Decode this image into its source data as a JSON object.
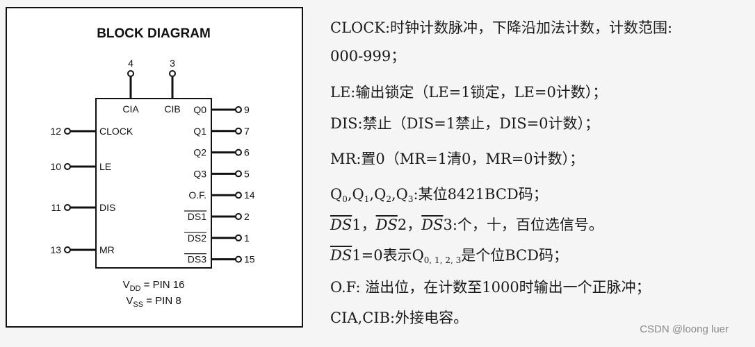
{
  "diagram": {
    "title": "BLOCK DIAGRAM",
    "top_pins": [
      {
        "num": "4",
        "label": "CIA"
      },
      {
        "num": "3",
        "label": "CIB"
      }
    ],
    "left_pins": [
      {
        "num": "12",
        "label": "CLOCK"
      },
      {
        "num": "10",
        "label": "LE"
      },
      {
        "num": "11",
        "label": "DIS"
      },
      {
        "num": "13",
        "label": "MR"
      }
    ],
    "right_pins": [
      {
        "label": "Q0",
        "num": "9",
        "overline": false
      },
      {
        "label": "Q1",
        "num": "7",
        "overline": false
      },
      {
        "label": "Q2",
        "num": "6",
        "overline": false
      },
      {
        "label": "Q3",
        "num": "5",
        "overline": false
      },
      {
        "label": "O.F.",
        "num": "14",
        "overline": false
      },
      {
        "label": "DS1",
        "num": "2",
        "overline": true
      },
      {
        "label": "DS2",
        "num": "1",
        "overline": true
      },
      {
        "label": "DS3",
        "num": "15",
        "overline": true
      }
    ],
    "power": {
      "vdd_v": "V",
      "vdd_sub": "DD",
      "vdd_rest": " = PIN 16",
      "vss_v": "V",
      "vss_sub": "SS",
      "vss_rest": " = PIN 8"
    }
  },
  "description": {
    "clock_1": "CLOCK:时钟计数脉冲，下降沿加法计数，计数范围:",
    "clock_2": "000-999；",
    "le": "LE:输出锁定（LE=1锁定，LE=0计数）；",
    "dis": "DIS:禁止（DIS=1禁止，DIS=0计数）；",
    "mr": "MR:置0（MR=1清0，MR=0计数）；",
    "q_q": "Q",
    "q_0": "0",
    "q_1": "1",
    "q_2": "2",
    "q_3": "3",
    "q_sep": ",",
    "q_rest": ":某位8421BCD码；",
    "ds_name": "DS",
    "ds_1": "1",
    "ds_2": "2",
    "ds_3": "3",
    "ds_comma": "，",
    "ds_rest": ":个，十，百位选信号。",
    "ds1_name": "DS",
    "ds1_num": "1",
    "ds1_mid": "=0表示Q",
    "ds1_sub": "0, 1, 2, 3",
    "ds1_rest": "是个位BCD码；",
    "of": "O.F: 溢出位，在计数至1000时输出一个正脉冲；",
    "cia": "CIA,CIB:外接电容。"
  },
  "watermark": "CSDN @loong luer"
}
